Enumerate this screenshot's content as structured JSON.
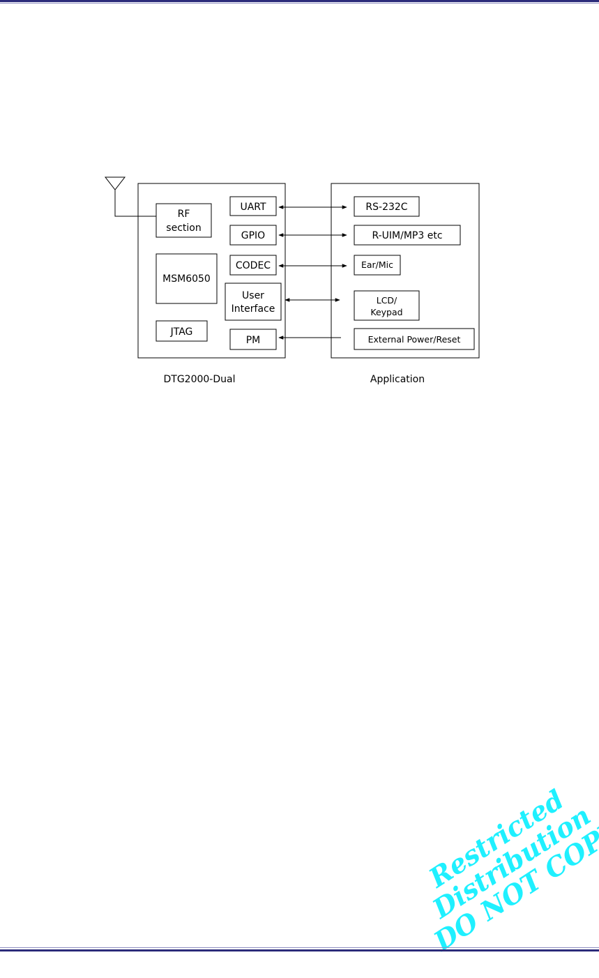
{
  "module": {
    "caption": "DTG2000-Dual",
    "blocks": {
      "rf": [
        "RF",
        "section"
      ],
      "msm": "MSM6050",
      "jtag": "JTAG",
      "uart": "UART",
      "gpio": "GPIO",
      "codec": "CODEC",
      "ui": [
        "User",
        "Interface"
      ],
      "pm": "PM"
    }
  },
  "application": {
    "caption": "Application",
    "blocks": {
      "rs232": "RS-232C",
      "ruim": "R-UIM/MP3 etc",
      "earmic": "Ear/Mic",
      "lcd": [
        "LCD/",
        "Keypad"
      ],
      "power": "External Power/Reset"
    }
  },
  "watermark": {
    "line1": "Restricted Distribution",
    "line2": "DO NOT COPY"
  }
}
